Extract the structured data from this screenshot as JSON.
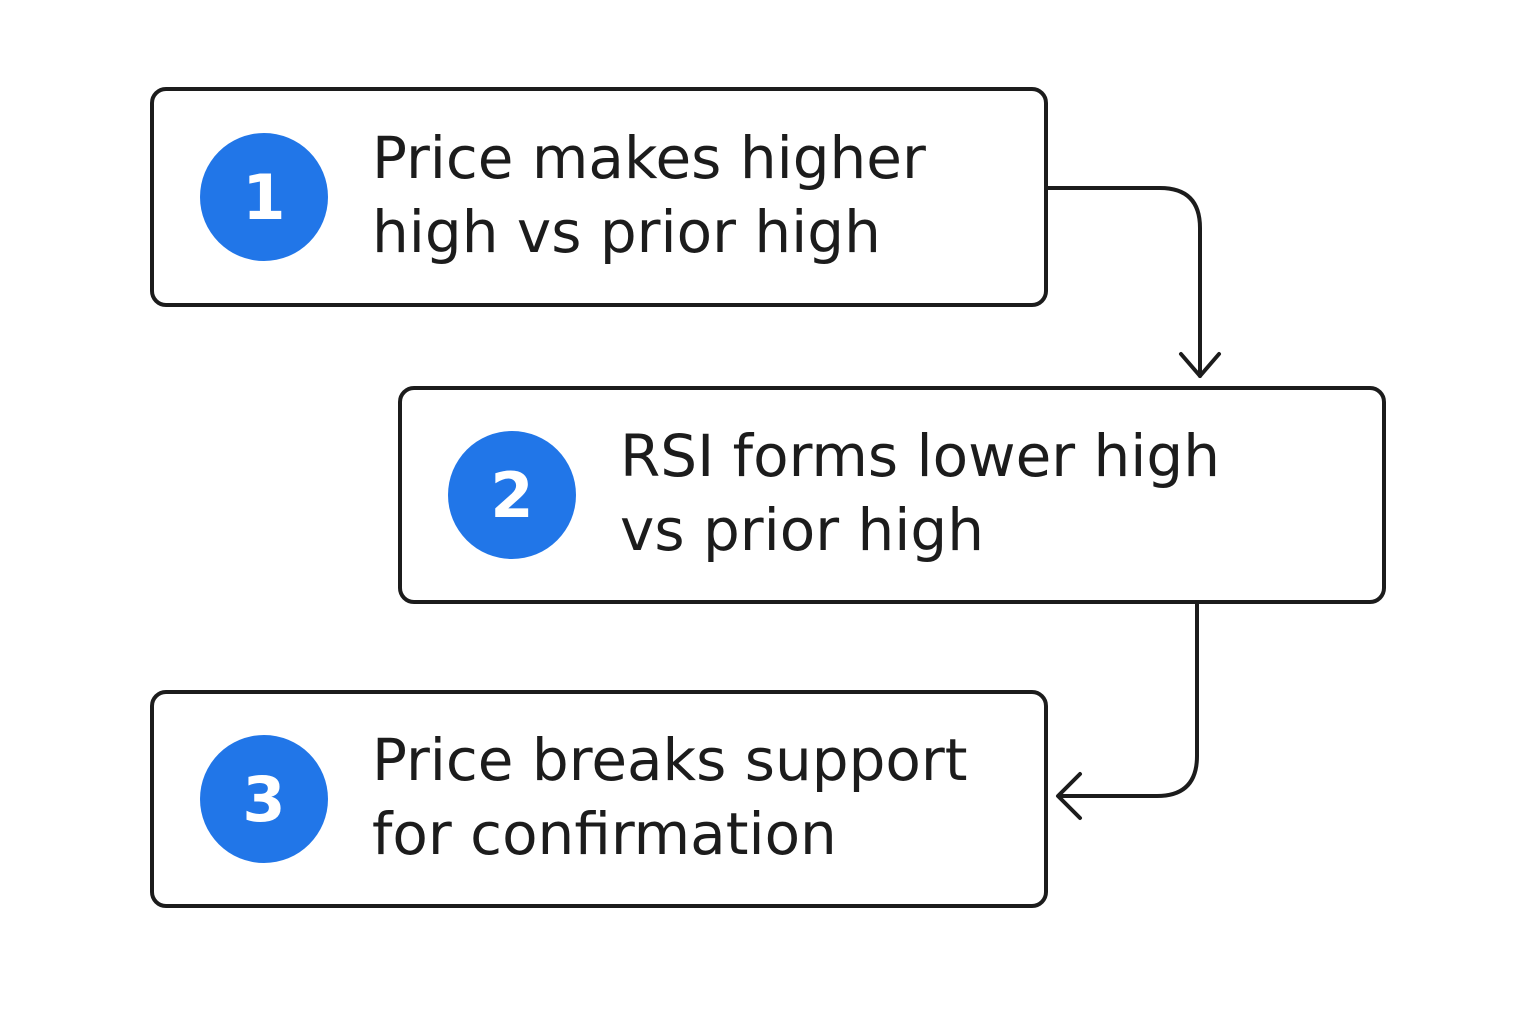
{
  "colors": {
    "badge": "#2176e8",
    "border": "#1c1c1c",
    "text": "#1c1c1c",
    "background": "#ffffff"
  },
  "steps": [
    {
      "number": "1",
      "text": "Price makes higher\nhigh vs prior high"
    },
    {
      "number": "2",
      "text": "RSI forms lower high\nvs prior high"
    },
    {
      "number": "3",
      "text": "Price breaks support\nfor confirmation"
    }
  ],
  "connectors": [
    {
      "from": "1",
      "to": "2",
      "icon": "arrow-down-icon"
    },
    {
      "from": "2",
      "to": "3",
      "icon": "arrow-left-icon"
    }
  ]
}
